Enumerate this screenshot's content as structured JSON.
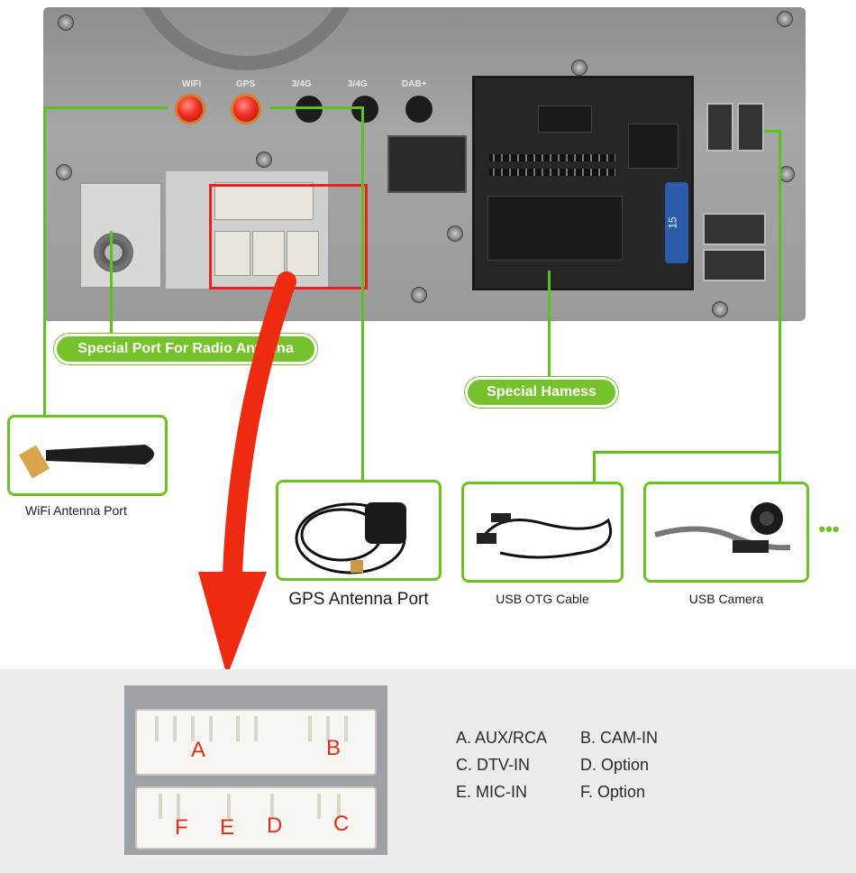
{
  "panel": {
    "port_labels": [
      "WIFI",
      "GPS",
      "3/4G",
      "3/4G",
      "DAB+"
    ],
    "fuse_value": "15"
  },
  "callouts": {
    "radio_antenna": "Special Port For Radio Antenna",
    "harness": "Special Hamess"
  },
  "accessories": {
    "wifi": "WiFi Antenna Port",
    "gps": "GPS Antenna Port",
    "usb_otg": "USB OTG Cable",
    "usb_camera": "USB Camera",
    "more": "•••"
  },
  "connector_letters": [
    "A",
    "B",
    "F",
    "E",
    "D",
    "C"
  ],
  "legend": [
    [
      "A. AUX/RCA",
      "B. CAM-IN"
    ],
    [
      "C. DTV-IN",
      "D. Option"
    ],
    [
      "E. MIC-IN",
      "F. Option"
    ]
  ],
  "colors": {
    "accent_green": "#76c22a",
    "highlight_red": "#e8221a",
    "letter_red": "#e42a18"
  }
}
